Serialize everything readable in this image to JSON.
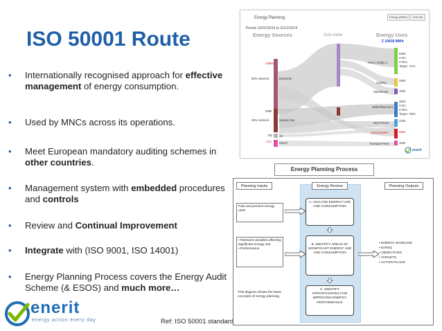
{
  "slide": {
    "title": "ISO 50001 Route",
    "bullets": [
      {
        "parts": [
          {
            "t": "Internationally recognised  approach for ",
            "b": false
          },
          {
            "t": "effective management",
            "b": true
          },
          {
            "t": " of energy consumption.",
            "b": false
          }
        ]
      },
      {
        "parts": [
          {
            "t": "Used by MNCs across its operations.",
            "b": false
          }
        ]
      },
      {
        "parts": [
          {
            "t": "Meet European mandatory auditing schemes in ",
            "b": false
          },
          {
            "t": "other countries",
            "b": true
          },
          {
            "t": ".",
            "b": false
          }
        ]
      },
      {
        "parts": [
          {
            "t": "Management system with ",
            "b": false
          },
          {
            "t": "embedded",
            "b": true
          },
          {
            "t": " procedures and ",
            "b": false
          },
          {
            "t": "controls",
            "b": true
          }
        ]
      },
      {
        "parts": [
          {
            "t": "Review and ",
            "b": false
          },
          {
            "t": "Continual Improvement",
            "b": true
          }
        ]
      },
      {
        "parts": [
          {
            "t": "Integrate",
            "b": true
          },
          {
            "t": " with (ISO 9001, ISO 14001)",
            "b": false
          }
        ]
      },
      {
        "parts": [
          {
            "t": "Energy Planning Process covers the Energy Audit Scheme (& ESOS)  and ",
            "b": false
          },
          {
            "t": "much more…",
            "b": true
          }
        ]
      }
    ],
    "bullet_symbol": "•",
    "reference": "Ref: ISO 50001 standard",
    "logo": {
      "name": "enerit",
      "tagline": "energy action every day",
      "color": "#1f6db5",
      "check_color": "#7ab800"
    }
  },
  "sankey": {
    "title": "Energy Planning",
    "period": "Period: 01/01/2014 to 31/12/2014",
    "buttons": [
      "Energy (MWh)",
      "Cost (€)"
    ],
    "header_sources": "Energy Sources",
    "header_submeter": "Sub-meter",
    "header_uses": "Energy Uses",
    "total": "Σ 16818 MWh",
    "sources": [
      {
        "name": "Electricity",
        "metered": "58% metered",
        "value": "10800",
        "color": "#a45a6e"
      },
      {
        "name": "Natural Gas",
        "metered": "36% metered",
        "value": "5280",
        "color": "#8b3a3a"
      },
      {
        "name": "Oil",
        "metered": "",
        "value": "750",
        "color": "#b5b5b5"
      },
      {
        "name": "Diesel",
        "metered": "",
        "value": "1500",
        "color": "#e052a0"
      }
    ],
    "uses": [
      {
        "name": "HVAC Chiller 2",
        "notes": [
          "8350",
          "4 KIs",
          "0 NCs",
          "Target: -11%"
        ],
        "color": "#7fcf4a"
      },
      {
        "name": "Lighting",
        "notes": [
          "2550"
        ],
        "color": "#e8c840"
      },
      {
        "name": "Warehouse",
        "notes": [
          "1600"
        ],
        "color": "#8a5ab5"
      },
      {
        "name": "Boilers/Burners1",
        "notes": [
          "3616",
          "3 KIs",
          "0 NCs",
          "Target: -55%"
        ],
        "color": "#3d7cc9"
      },
      {
        "name": "Dryer Room",
        "notes": [
          "2209"
        ],
        "color": "#4aa5d5"
      },
      {
        "name": "Unaccounted",
        "notes": [
          "5554"
        ],
        "color": "#d42020"
      },
      {
        "name": "Transport Fleet",
        "notes": [
          "1500"
        ],
        "color": "#e052a0"
      }
    ],
    "logo_text": "enerit"
  },
  "process": {
    "title": "Energy Planning Process",
    "headers": {
      "inputs": "Planning Inputs",
      "review": "Energy Review",
      "outputs": "Planning Outputs"
    },
    "inputs": [
      "Past and present energy uses",
      "• Relevant variables affecting significant energy use\n• Performance"
    ],
    "note": "This diagram shows the basic concepts of energy planning",
    "steps": [
      "A. ANALYSE ENERGY USE AND CONSUMPTION",
      "B. IDENTIFY AREAS OF SIGNIFICANT ENERGY USE AND CONSUMPTION",
      "C. IDENTIFY OPPORTUNITIES FOR IMPROVING ENERGY PERFORMANCE"
    ],
    "outputs": [
      "ENERGY BASELINE",
      "EnPI(s)",
      "OBJECTIVES",
      "TARGETS",
      "ACTION PLANS"
    ]
  }
}
